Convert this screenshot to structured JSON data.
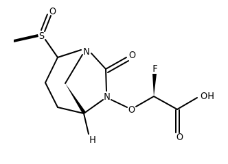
{
  "molecule": {
    "atoms": {
      "sulfur": "S",
      "sulfoxide_oxygen": "O",
      "bridge_nitrogen": "N",
      "carbonyl_oxygen": "O",
      "ring_nitrogen": "N",
      "ether_oxygen": "O",
      "fluorine": "F",
      "hydroxyl": "OH",
      "acid_carbonyl_oxygen": "O",
      "bridgehead_hydrogen": "H"
    },
    "colors": {
      "bond": "#000000",
      "text": "#000000",
      "background": "#ffffff"
    }
  }
}
